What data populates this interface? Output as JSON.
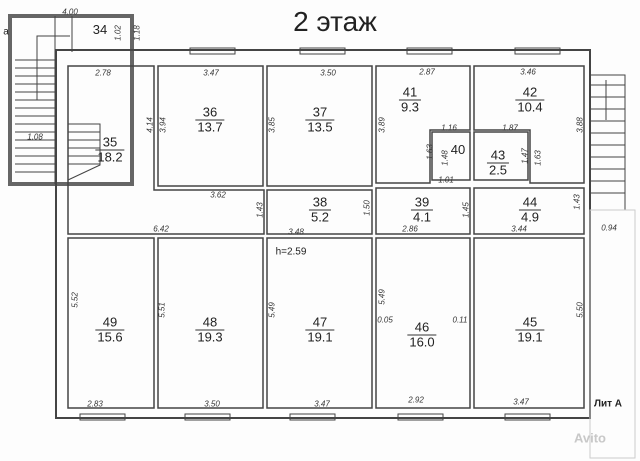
{
  "title": "2 этаж",
  "building_label": "Лит А",
  "height_label": "h=2.59",
  "axis_label": "а",
  "watermark": "Avito",
  "rooms": [
    {
      "number": "34",
      "area": ""
    },
    {
      "number": "35",
      "area": "18.2"
    },
    {
      "number": "36",
      "area": "13.7"
    },
    {
      "number": "37",
      "area": "13.5"
    },
    {
      "number": "41",
      "area": "9.3"
    },
    {
      "number": "42",
      "area": "10.4"
    },
    {
      "number": "40",
      "area": ""
    },
    {
      "number": "43",
      "area": "2.5"
    },
    {
      "number": "38",
      "area": "5.2"
    },
    {
      "number": "39",
      "area": "4.1"
    },
    {
      "number": "44",
      "area": "4.9"
    },
    {
      "number": "49",
      "area": "15.6"
    },
    {
      "number": "48",
      "area": "19.3"
    },
    {
      "number": "47",
      "area": "19.1"
    },
    {
      "number": "46",
      "area": "16.0"
    },
    {
      "number": "45",
      "area": "19.1"
    }
  ],
  "dimensions": [
    "4.00",
    "1.02",
    "1.18",
    "2.78",
    "3.47",
    "3.50",
    "2.87",
    "3.46",
    "1.08",
    "4.14",
    "3.94",
    "3.85",
    "3.89",
    "3.88",
    "1.16",
    "1.87",
    "1.63",
    "1.48",
    "1.01",
    "1.47",
    "1.63",
    "3.62",
    "1.43",
    "1.50",
    "1.45",
    "1.43",
    "6.42",
    "3.48",
    "2.86",
    "3.44",
    "0.94",
    "5.52",
    "5.51",
    "5.49",
    "5.49",
    "0.05",
    "0.11",
    "5.50",
    "2.83",
    "3.50",
    "3.47",
    "2.92",
    "3.47"
  ]
}
